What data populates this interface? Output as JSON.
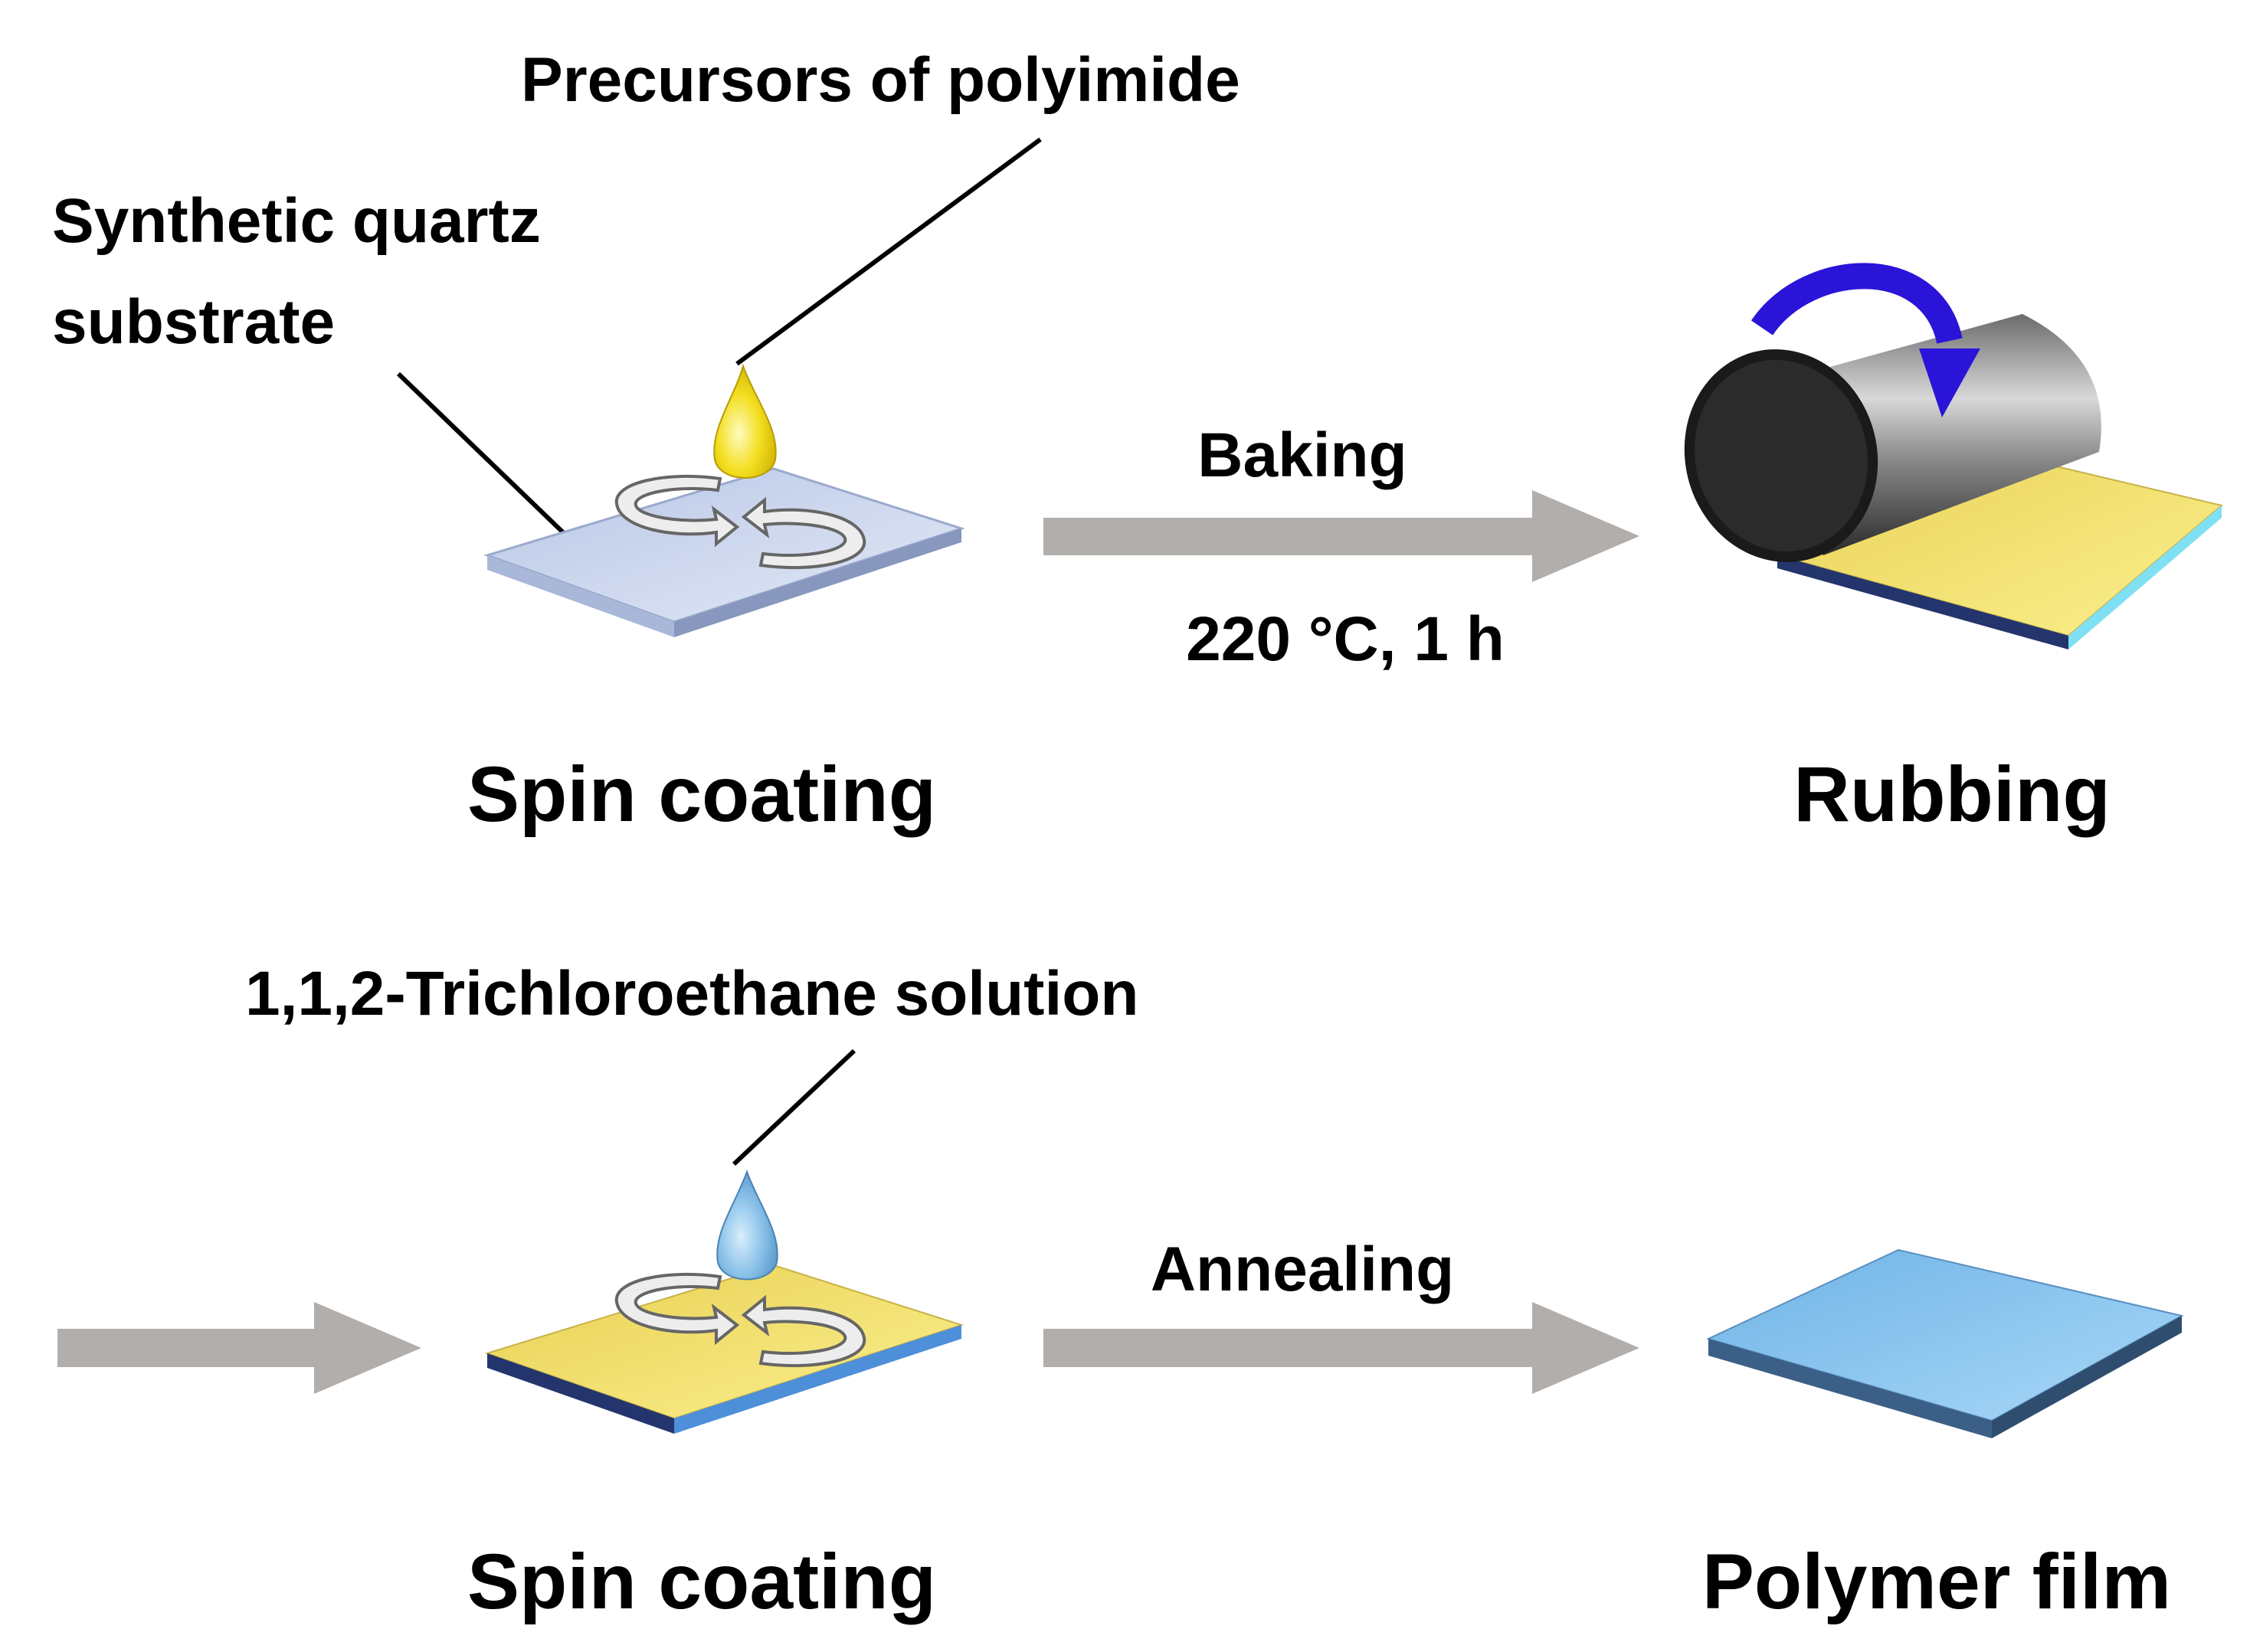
{
  "labels": {
    "precursors": "Precursors of polyimide",
    "substrate_line1": "Synthetic quartz",
    "substrate_line2": "substrate",
    "baking": "Baking",
    "baking_conditions": "220 °C, 1 h",
    "step1": "Spin coating",
    "step2": "Rubbing",
    "solution": "1,1,2-Trichloroethane solution",
    "annealing": "Annealing",
    "step3": "Spin coating",
    "step4": "Polymer film"
  },
  "colors": {
    "arrow": "#b2aeab",
    "quartz": "#c9d4ec",
    "polyimide": "#f3e27a",
    "precursor_drop": "#f1dc1c",
    "solution_drop": "#8fc4ea",
    "film": "#8dc8f0",
    "roller": "#3a3a3a",
    "rotation_arrow": "#2a14d8"
  },
  "icons": [
    "rotation-icon",
    "droplet-icon",
    "roller-icon",
    "process-arrow"
  ]
}
